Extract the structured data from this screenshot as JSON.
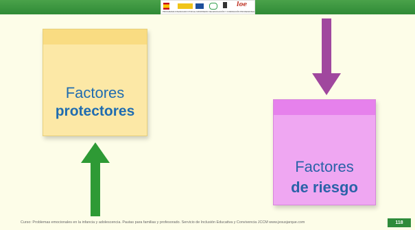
{
  "header": {
    "logo_caption": "PROGRAMA FINANCIADO POR EL MINISTERIO DE EDUCACIÓN Y FORMACIÓN PROFESIONAL",
    "loe_text": "loe",
    "bar_color": "#3a9640"
  },
  "notes": {
    "protectores": {
      "line1": "Factores",
      "line2": "protectores",
      "color": "#fce8a6"
    },
    "riesgo": {
      "line1": "Factores",
      "line2": "de riesgo",
      "color": "#efa7f2"
    }
  },
  "arrows": {
    "down_color": "#a0479e",
    "up_color": "#2e9a35"
  },
  "footer": {
    "text": "Curso: Problemas emocionales en la infancia y adolescencia. Pautas para familias y profesorado.     Servicio de Inclusión Educativa y Convivencia JCCM    www.jesusjarque.com",
    "page_number": "118"
  }
}
